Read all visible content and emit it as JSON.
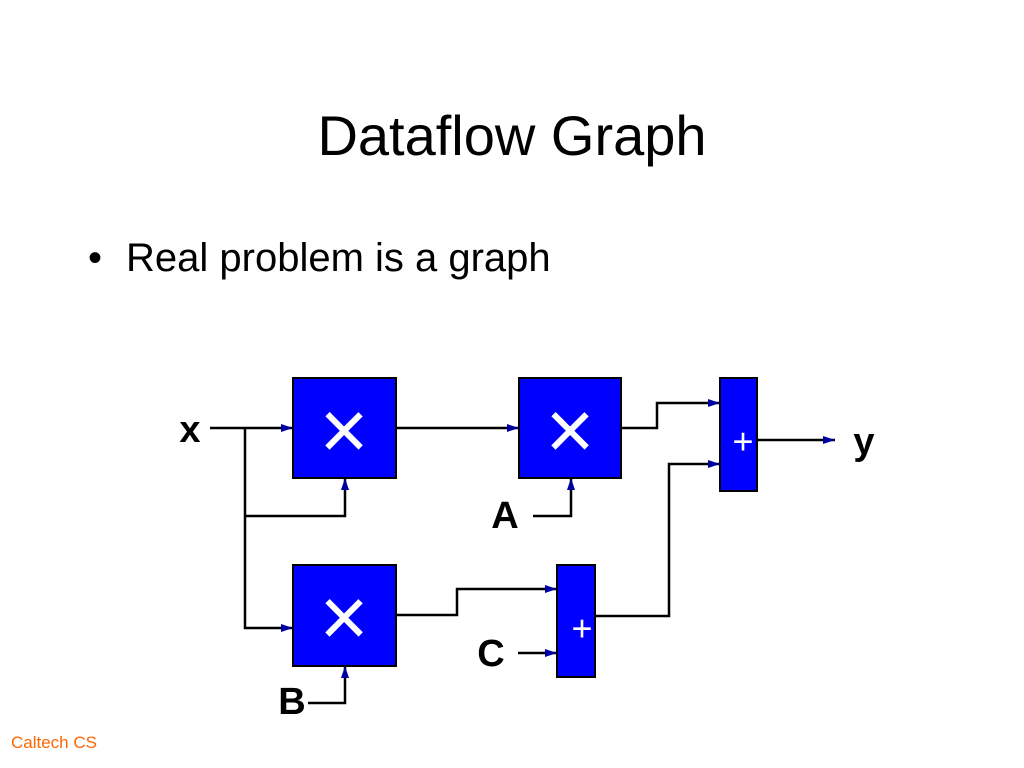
{
  "slide": {
    "title": "Dataflow Graph",
    "bullets": [
      {
        "marker": "•",
        "text": "Real problem is a graph"
      }
    ]
  },
  "diagram": {
    "inputs": {
      "x": "x",
      "a": "A",
      "b": "B",
      "c": "C"
    },
    "output": "y",
    "multiply_symbol": "×",
    "add_symbol": "+",
    "colors": {
      "block_fill": "#0000ff",
      "block_stroke": "#000000",
      "block_symbol": "#ffffff",
      "wire": "#000000",
      "arrowhead": "#0000a0"
    }
  },
  "footer": {
    "text": "Caltech CS",
    "color": "#ff6600"
  }
}
